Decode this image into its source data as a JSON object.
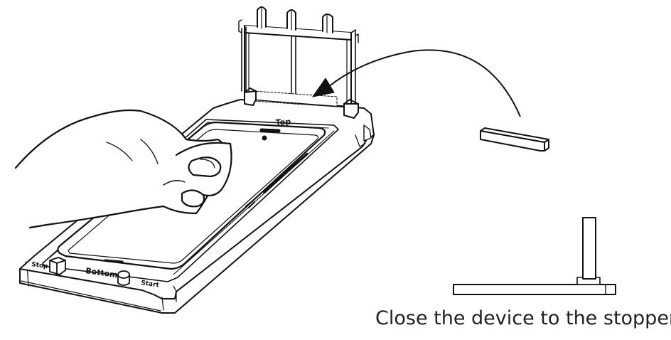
{
  "caption": "Close the device to the stopper.",
  "tray": {
    "label_top": "Top",
    "label_bottom": "Bottom",
    "label_stop": "Stop",
    "label_start": "Start"
  }
}
